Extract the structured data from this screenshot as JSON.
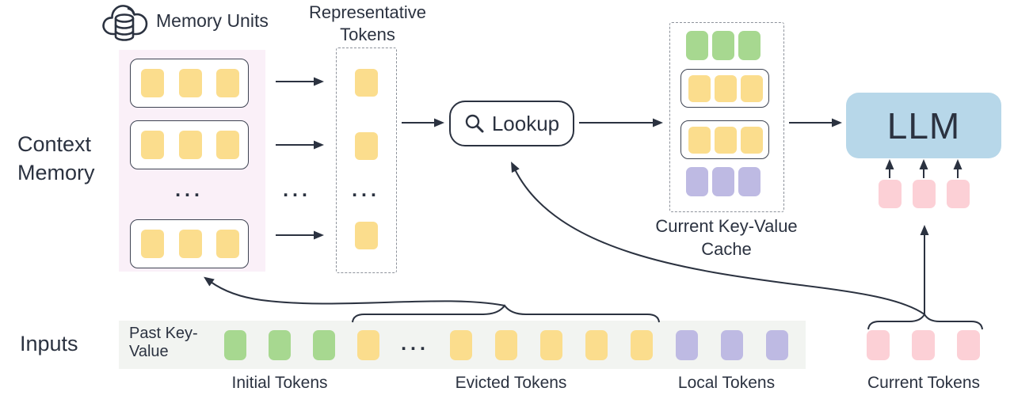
{
  "colors": {
    "ink": "#2b3240",
    "token_yellow": "#fbdd8d",
    "token_green": "#a7d890",
    "token_purple": "#bebae3",
    "token_pink": "#fcd0d6",
    "llm_blue": "#b7d7e9",
    "memory_panel": "#faf0f8",
    "input_strip": "#f2f4f1",
    "card_border": "#3d4352",
    "dashed_border": "#8d929b"
  },
  "header": {
    "memory_units_label": "Memory Units",
    "representative_tokens_label": "Representative Tokens"
  },
  "memory": {
    "section_label": "Context Memory",
    "unit_rows": 3,
    "tokens_per_unit": 3,
    "ellipsis": "..."
  },
  "representative": {
    "token_count": 3,
    "ellipsis": "..."
  },
  "lookup": {
    "label": "Lookup"
  },
  "cache": {
    "label": "Current Key-Value Cache",
    "rows": [
      {
        "color": "green",
        "outlined": false,
        "token_count": 3
      },
      {
        "color": "yellow",
        "outlined": true,
        "token_count": 3
      },
      {
        "color": "yellow",
        "outlined": true,
        "token_count": 3
      },
      {
        "color": "purple",
        "outlined": false,
        "token_count": 3
      }
    ]
  },
  "llm": {
    "label": "LLM",
    "input_token_count": 3
  },
  "inputs": {
    "section_label": "Inputs",
    "strip_label": "Past Key-Value",
    "ellipsis": "...",
    "groups": [
      {
        "id": "initial",
        "label": "Initial Tokens",
        "color": "green",
        "token_count": 3
      },
      {
        "id": "evicted",
        "label": "Evicted Tokens",
        "color": "yellow",
        "token_count": 6,
        "tokens_before_ellipsis": 1,
        "tokens_after_ellipsis": 5
      },
      {
        "id": "local",
        "label": "Local Tokens",
        "color": "purple",
        "token_count": 3
      },
      {
        "id": "current",
        "label": "Current Tokens",
        "color": "pink",
        "token_count": 3
      }
    ]
  }
}
